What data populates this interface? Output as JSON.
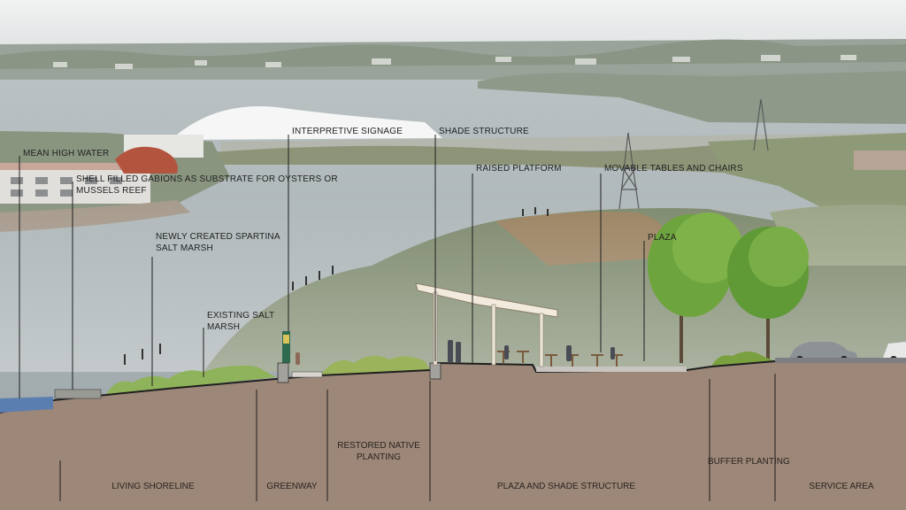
{
  "callouts": [
    {
      "id": "mean-high-water",
      "text": "MEAN HIGH WATER"
    },
    {
      "id": "shell-gabions",
      "line1": "SHELL FILLED GABIONS AS SUBSTRATE FOR OYSTERS OR",
      "line2": "MUSSELS REEF"
    },
    {
      "id": "spartina",
      "line1": "NEWLY CREATED SPARTINA",
      "line2": "SALT MARSH"
    },
    {
      "id": "existing-marsh",
      "line1": "EXISTING SALT",
      "line2": "MARSH"
    },
    {
      "id": "signage",
      "text": "INTERPRETIVE SIGNAGE"
    },
    {
      "id": "shade",
      "text": "SHADE STRUCTURE"
    },
    {
      "id": "platform",
      "text": "RAISED PLATFORM"
    },
    {
      "id": "tables",
      "text": "MOVABLE TABLES AND CHAIRS"
    },
    {
      "id": "plaza",
      "text": "PLAZA"
    }
  ],
  "zones": [
    {
      "id": "living-shoreline",
      "text": "LIVING SHORELINE"
    },
    {
      "id": "greenway",
      "text": "GREENWAY"
    },
    {
      "id": "native-planting",
      "line1": "RESTORED NATIVE",
      "line2": "PLANTING"
    },
    {
      "id": "plaza-shade",
      "text": "PLAZA AND SHADE STRUCTURE"
    },
    {
      "id": "buffer",
      "text": "BUFFER PLANTING"
    },
    {
      "id": "service",
      "text": "SERVICE AREA"
    }
  ],
  "colors": {
    "sky": "#e9ecec",
    "water": "#aab3b6",
    "soil": "#9c8778",
    "grass": "#8fae5a",
    "tree": "#5f9a3a",
    "line": "#1f1f1f",
    "canopy": "#d9cfc0"
  }
}
